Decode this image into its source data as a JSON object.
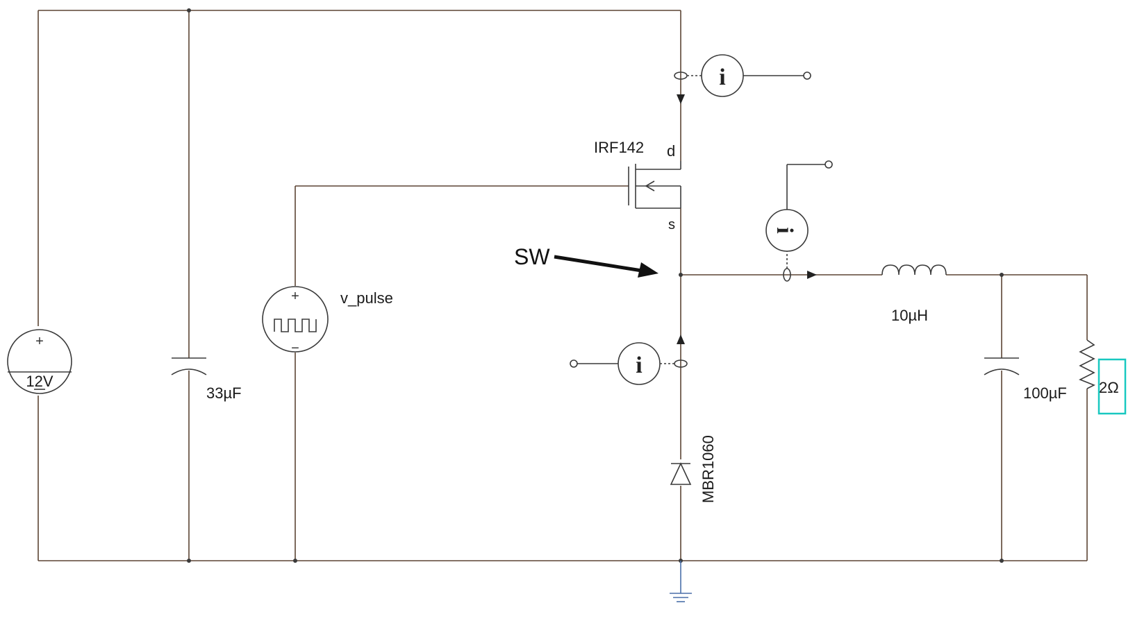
{
  "diagram": {
    "type": "buck converter schematic",
    "source_label": "12V",
    "input_capacitor_label": "33µF",
    "pulse_source_label": "v_pulse",
    "mosfet_label": "IRF142",
    "drain_label": "d",
    "source_pin_label": "s",
    "switch_node_label": "SW",
    "inductor_label": "10µH",
    "output_capacitor_label": "100µF",
    "load_label": "2Ω",
    "diode_label": "MBR1060",
    "ammeter_symbol": "i",
    "plus_sign": "+",
    "minus_sign": "−",
    "colors": {
      "wire": "#5b4433",
      "component": "#3a3a3a",
      "ground": "#4a6fa8",
      "load_highlight": "#19c8c0",
      "arrow": "#111111"
    }
  }
}
